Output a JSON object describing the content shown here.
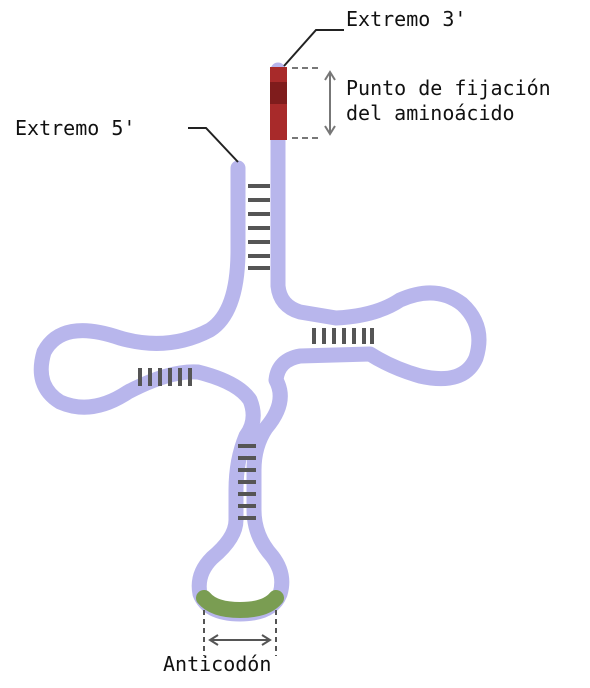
{
  "labels": {
    "end3": "Extremo 3'",
    "end5": "Extremo 5'",
    "aa_site_line1": "Punto de fijación",
    "aa_site_line2": "del aminoácido",
    "anticodon": "Anticodón"
  },
  "colors": {
    "strand": "#b8b6ec",
    "amino_site": "#a82a2a",
    "amino_site_dark": "#7f1c1c",
    "anticodon": "#7a9d52",
    "bonds": "#555555",
    "text": "#111111"
  }
}
